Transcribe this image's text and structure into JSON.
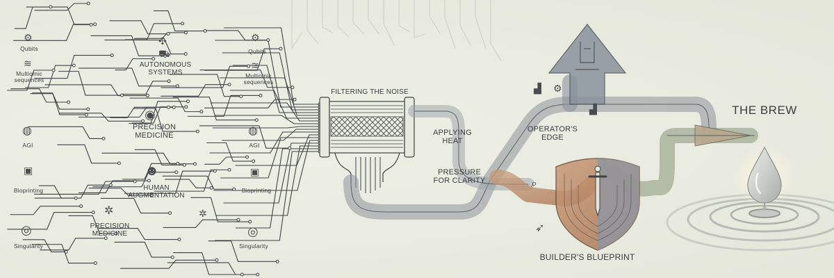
{
  "labels": {
    "qubits_left": "Qubits",
    "multiomic_left_1": "Multiomic",
    "multiomic_left_2": "sequences",
    "agi_left": "AGI",
    "bioprinting_left": "Bioprinting",
    "singularity_left": "Singularity",
    "autonomous_1": "AUTONOMOUS",
    "autonomous_2": "SYSTEMS",
    "precision_center_1": "PRECISION",
    "precision_center_2": "MEDICINE",
    "human_aug_1": "HUMAN",
    "human_aug_2": "AUGMENTATION",
    "precision_low_1": "PRECISION",
    "precision_low_2": "MEDICINE",
    "qubits_right": "Qubits",
    "multiomic_right_1": "Multiomic",
    "multiomic_right_2": "sequences",
    "agi_right": "AGI",
    "bioprinting_right": "Bioprinting",
    "singularity_right": "Singularity",
    "filtering": "FILTERING THE NOISE",
    "applying_1": "APPLYING",
    "applying_2": "HEAT",
    "pressure_1": "PRESSURE",
    "pressure_2": "FOR CLARITY",
    "operator_1": "OPERATOR'S",
    "operator_2": "EDGE",
    "builder": "BUILDER'S BLUEPRINT",
    "brew": "THE BREW"
  },
  "icons": {
    "gear": "⚙",
    "dna": "≋",
    "brain": "◍",
    "printer": "▣",
    "spiral": "◎",
    "drone": "✣",
    "car": "⛟",
    "target": "◉",
    "head": "☻",
    "network": "✲",
    "chart": "▟",
    "telescope": "⌕",
    "rocket": "➶"
  },
  "colors": {
    "circuit": "#3f4245",
    "steel": "#7f8a96",
    "copper": "#b07e5a",
    "sage": "#8f9c80",
    "droplet": "#cfd2cc"
  }
}
